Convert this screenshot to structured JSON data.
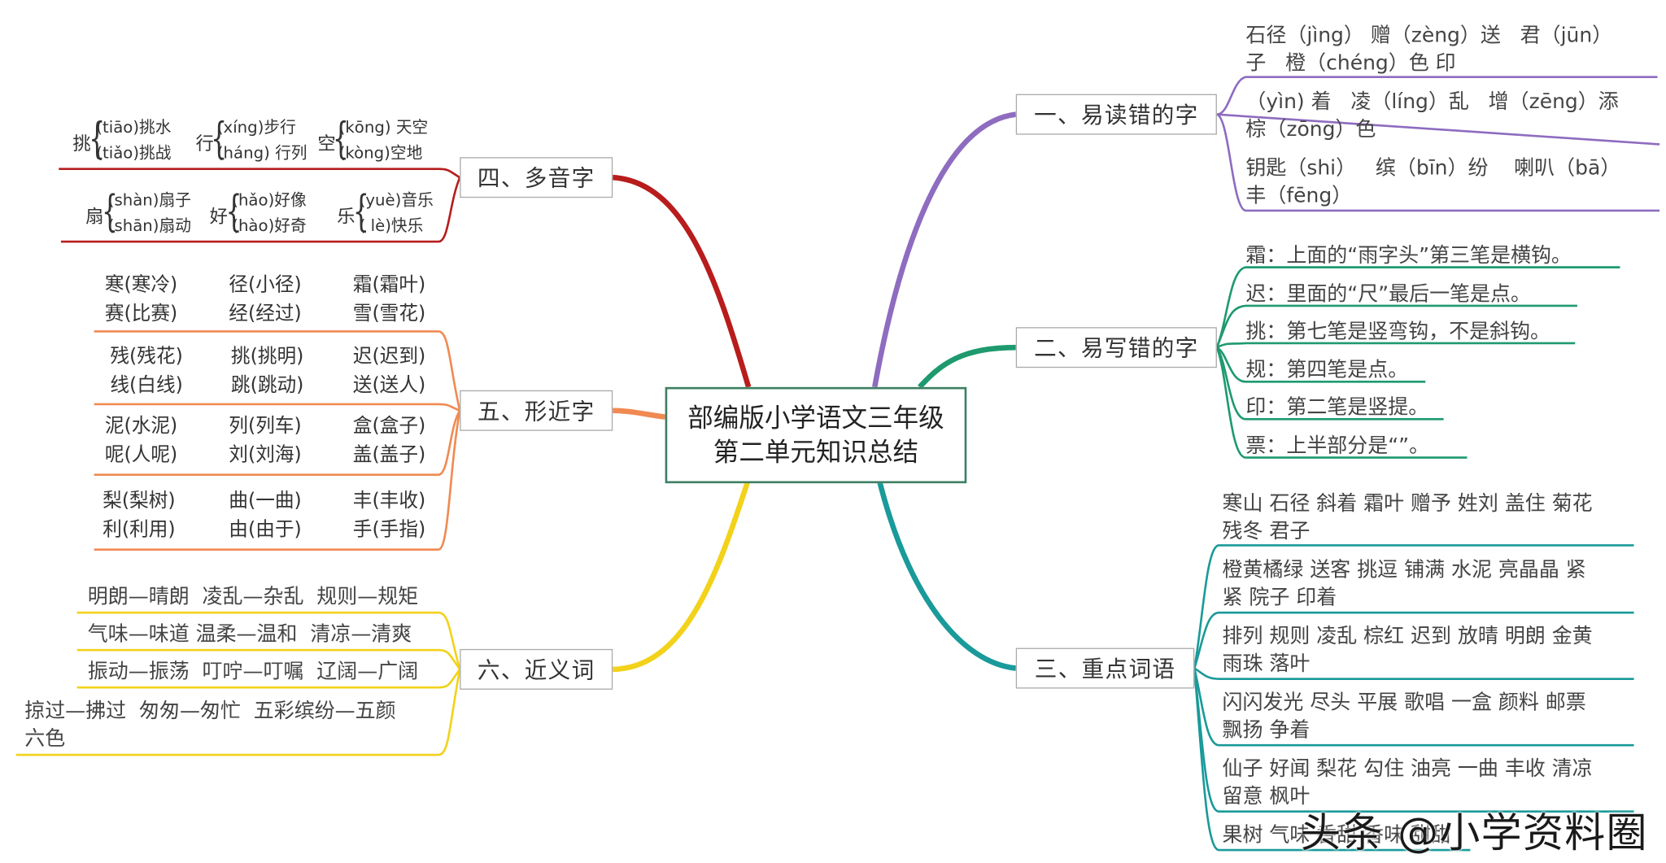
{
  "center": {
    "line1": "部编版小学语文三年级",
    "line2": "第二单元知识总结"
  },
  "branches": {
    "b1": "一、易读错的字",
    "b2": "二、易写错的字",
    "b3": "三、重点词语",
    "b4": "四、多音字",
    "b5": "五、形近字",
    "b6": "六、近义词"
  },
  "colors": {
    "b1": "#8e6cc0",
    "b2": "#1e9a6e",
    "b3": "#1a9a9a",
    "b4": "#b81c1c",
    "b5": "#f08a52",
    "b6": "#f2d21a"
  },
  "yidu": [
    "石径（jìng） 赠（zèng）送   君（jūn）\n子   橙（chéng）色 印",
    "（yìn) 着   凌（líng）乱   增（zēng）添\n棕（zōng）色",
    "钥匙（shi）   缤（bīn）纷    喇叭（bā）\n丰（fēng）"
  ],
  "yixie": [
    "霜：上面的“雨字头”第三笔是横钩。",
    "迟：里面的“尺”最后一笔是点。",
    "挑：第七笔是竖弯钩，不是斜钩。",
    "规：第四笔是点。",
    "印：第二笔是竖提。",
    "票：上半部分是“”。"
  ],
  "ciyu": [
    "寒山 石径 斜着 霜叶 赠予 姓刘 盖住 菊花\n残冬 君子",
    "橙黄橘绿 送客 挑逗 铺满 水泥 亮晶晶 紧\n紧 院子 印着",
    "排列 规则 凌乱 棕红 迟到 放晴 明朗 金黄\n雨珠 落叶",
    "闪闪发光 尽头 平展 歌唱 一盒 颜料 邮票\n飘扬 争着",
    "仙子 好闻 梨花 勾住 油亮 一曲 丰收 清凉\n留意 枫叶",
    "果树 气味 香甜 香味 甜甜"
  ],
  "duoyin": [
    {
      "char": "挑",
      "r1": "(tiāo)挑水",
      "r2": "(tiǎo)挑战"
    },
    {
      "char": "行",
      "r1": "(xíng)步行",
      "r2": "(háng) 行列"
    },
    {
      "char": "空",
      "r1": "(kōng) 天空",
      "r2": "(kòng)空地"
    },
    {
      "char": "扇",
      "r1": "(shàn)扇子",
      "r2": "(shān)扇动"
    },
    {
      "char": "好",
      "r1": "(hǎo)好像",
      "r2": "(hào)好奇"
    },
    {
      "char": "乐",
      "r1": "(yuè)音乐",
      "r2": "( lè)快乐"
    }
  ],
  "xingjin": [
    [
      "寒(寒冷)\n赛(比赛)",
      "径(小径)\n经(经过)",
      "霜(霜叶)\n雪(雪花)"
    ],
    [
      "残(残花)\n线(白线)",
      "挑(挑明)\n跳(跳动)",
      "迟(迟到)\n送(送人)"
    ],
    [
      "泥(水泥)\n呢(人呢)",
      "列(列车)\n刘(刘海)",
      "盒(盒子)\n盖(盖子)"
    ],
    [
      "梨(梨树)\n利(利用)",
      "曲(一曲)\n由(由于)",
      "丰(丰收)\n手(手指)"
    ]
  ],
  "jinyi": [
    "明朗—晴朗  凌乱—杂乱  规则—规矩",
    "气味—味道 温柔—温和  清凉—清爽",
    "振动—振荡  叮咛—叮嘱  辽阔—广阔",
    "掠过—拂过  匆匆—匆忙  五彩缤纷—五颜\n六色"
  ],
  "watermark": "头条 @小学资料圈"
}
